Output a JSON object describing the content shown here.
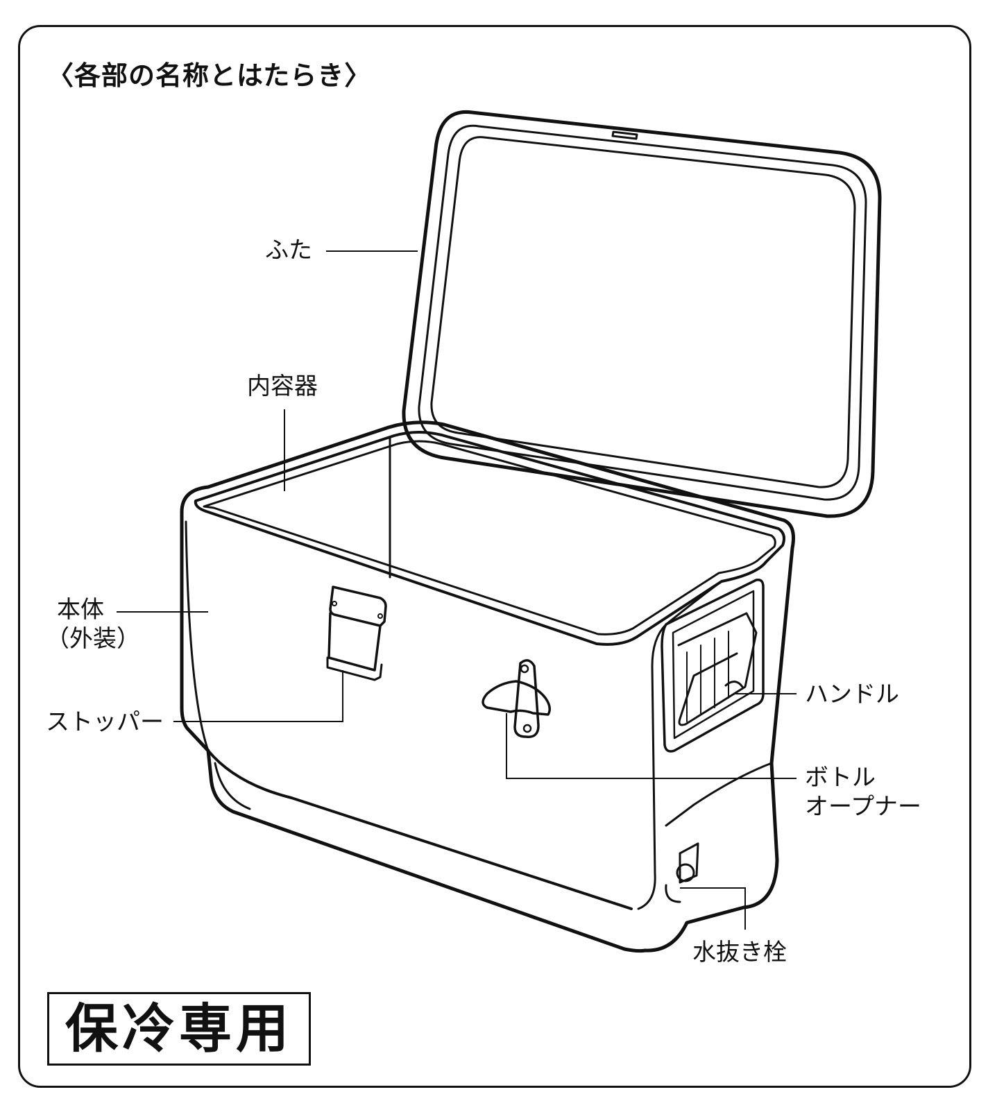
{
  "title": "〈各部の名称とはたらき〉",
  "labels": {
    "lid": "ふた",
    "inner": "内容器",
    "body": [
      "本体",
      "（外装）"
    ],
    "stopper": "ストッパー",
    "handle": "ハンドル",
    "opener": [
      "ボトル",
      "オープナー"
    ],
    "drain": "水抜き栓"
  },
  "badge": "保冷専用"
}
